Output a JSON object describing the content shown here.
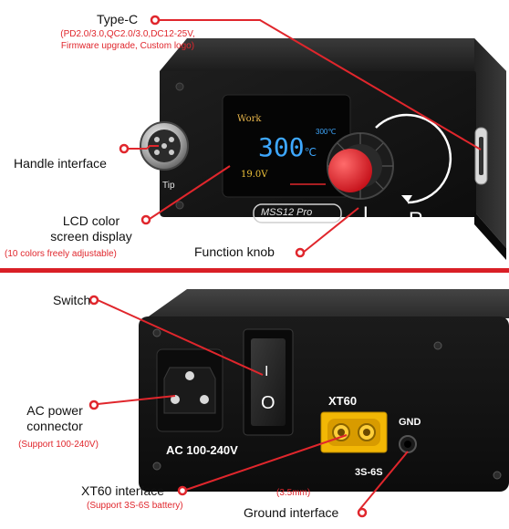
{
  "top": {
    "type_c": {
      "title": "Type-C",
      "detail_1": "(PD2.0/3.0,QC2.0/3.0,DC12-25V,",
      "detail_2": "Firmware upgrade, Custom logo)"
    },
    "handle_interface": "Handle interface",
    "lcd": {
      "line_1": "LCD color",
      "line_2": "screen display",
      "detail": "(10 colors freely adjustable)"
    },
    "function_knob": "Function knob",
    "device_text": {
      "tip": "Tip",
      "screen_mode": "Work",
      "screen_temp": "300",
      "screen_unit": "℃",
      "screen_small_temp": "300℃",
      "screen_voltage": "19.0V",
      "model": "MSS12 Pro",
      "knob_left": "L",
      "knob_right": "R"
    }
  },
  "bottom": {
    "switch": "Switch",
    "ac_power": {
      "line_1": "AC power",
      "line_2": "connector",
      "detail": "(Support 100-240V)"
    },
    "xt60_interface": {
      "title": "XT60 interface",
      "detail": "(Support 3S-6S battery)"
    },
    "ground_interface": "Ground interface",
    "ground_size": "(3.5mm)",
    "device_text": {
      "ac_rating": "AC 100-240V",
      "xt60": "XT60",
      "gnd": "GND",
      "battery_range": "3S-6S",
      "switch_on": "I",
      "switch_off": "O"
    }
  },
  "colors": {
    "accent_red": "#d91f26",
    "device_body": "#141414",
    "screen_blue": "#3ea8ff",
    "connector_yellow": "#f2b705"
  }
}
